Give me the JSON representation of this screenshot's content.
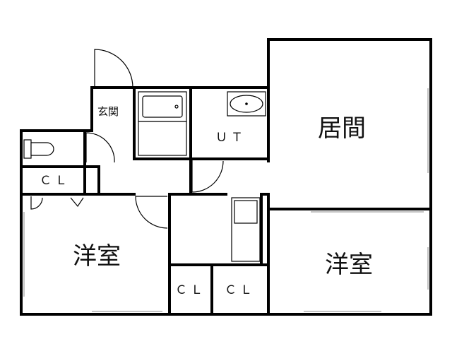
{
  "floor_plan": {
    "rooms": {
      "living": "居間",
      "western_room_left": "洋室",
      "western_room_right": "洋室",
      "entrance": "玄関",
      "unit_bath": "ＵＴ",
      "closet_left": "ＣＬ",
      "closet_center": "ＣＬ",
      "closet_right": "ＣＬ"
    }
  }
}
